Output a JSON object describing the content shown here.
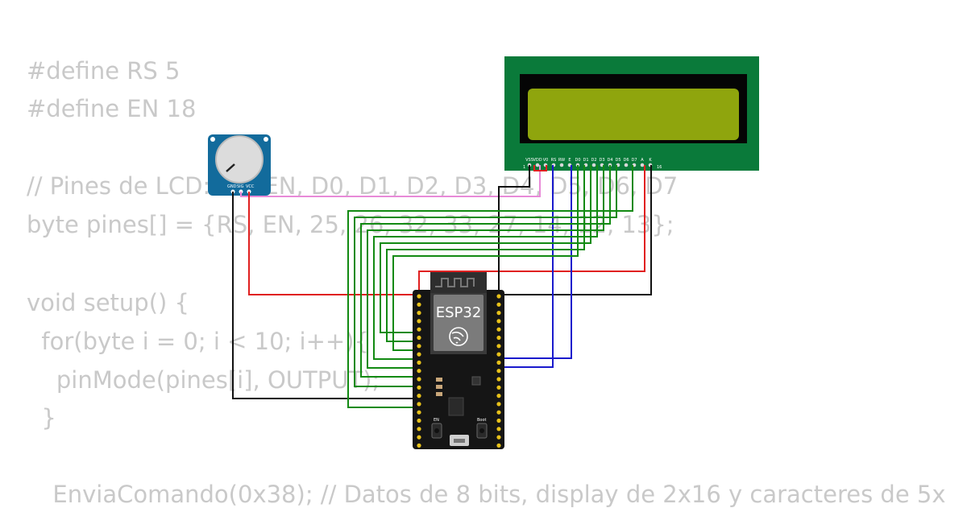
{
  "code": {
    "lines": [
      "#define RS 5",
      "#define EN 18",
      "",
      "// Pines de LCD: RS, EN, D0, D1, D2, D3, D4, D5, D6, D7",
      "byte pines[] = {RS, EN, 25, 26, 32, 33, 27, 14, 12, 13};",
      "",
      "void setup() {",
      "  for(byte i = 0; i < 10; i++){",
      "    pinMode(pines[i], OUTPUT);",
      "  }",
      "",
      "  EnviaComando(0x38); // Datos de 8 bits, display de 2x16 y caracteres de 5x"
    ]
  },
  "board": {
    "label": "ESP32",
    "boot_label": "Boot",
    "en_label": "EN"
  },
  "lcd": {
    "pins_first": "1",
    "pins_last": "16",
    "pin_labels": [
      "VSS",
      "VDD",
      "V0",
      "RS",
      "RW",
      "E",
      "D0",
      "D1",
      "D2",
      "D3",
      "D4",
      "D5",
      "D6",
      "D7",
      "A",
      "K"
    ]
  },
  "potentiometer": {
    "pin_labels": [
      "GND",
      "SIG",
      "VCC"
    ]
  },
  "colors": {
    "lcd_body": "#0a7a3a",
    "lcd_screen": "#8fa50d",
    "wire_red": "#e02020",
    "wire_black": "#111111",
    "wire_green": "#128a12",
    "wire_blue": "#1a1acc",
    "wire_pink": "#e88ad8",
    "pot_body": "#126b9c"
  }
}
